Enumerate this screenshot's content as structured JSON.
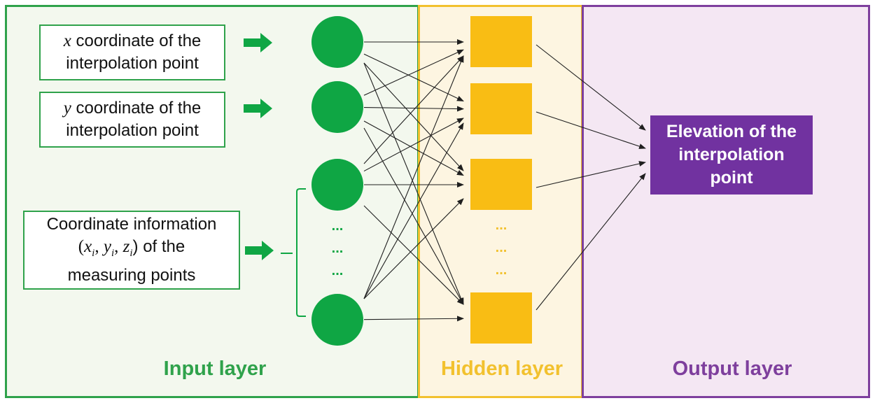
{
  "layers": {
    "input": {
      "title": "Input layer",
      "color": "#2fa24b"
    },
    "hidden": {
      "title": "Hidden layer",
      "color": "#f2c12e"
    },
    "output": {
      "title": "Output layer",
      "color": "#7e3f9d"
    }
  },
  "inputs": {
    "x_box": {
      "var": "x",
      "line1_rest": " coordinate of the",
      "line2": "interpolation point"
    },
    "y_box": {
      "var": "y",
      "line1_rest": " coordinate of the",
      "line2": "interpolation point"
    },
    "measure_box": {
      "line1": "Coordinate information",
      "open_paren": "(",
      "x": "x",
      "y": "y",
      "z": "z",
      "i": "i",
      "comma": ", ",
      "close_rest": ") of the",
      "line3": "measuring points"
    }
  },
  "ellipsis": "...",
  "output_box": {
    "line1": "Elevation of the",
    "line2": "interpolation",
    "line3": "point"
  },
  "colors": {
    "input_node": "#0fa644",
    "hidden_node": "#f9bd14",
    "output_fill": "#7132a0",
    "arrow": "#1f1f1f"
  }
}
